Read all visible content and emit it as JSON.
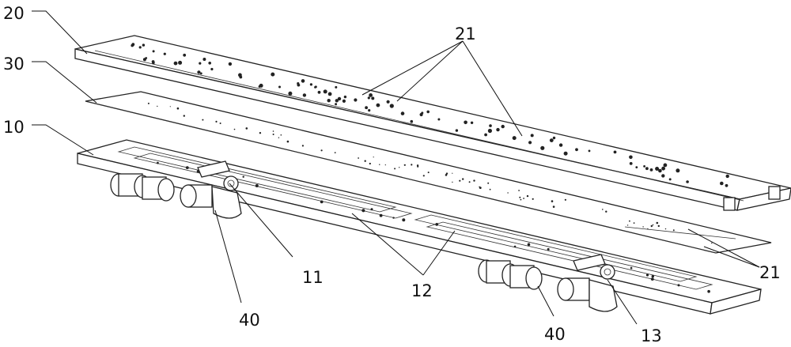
{
  "figure": {
    "labels": {
      "base_plate": "10",
      "top_plate": "20",
      "middle_sheet": "30",
      "motor": "40",
      "hole_top": "21",
      "hole_bottom": "21",
      "part_11": "11",
      "part_12": "12",
      "part_13": "13",
      "motor_left": "40",
      "motor_right": "40"
    }
  }
}
